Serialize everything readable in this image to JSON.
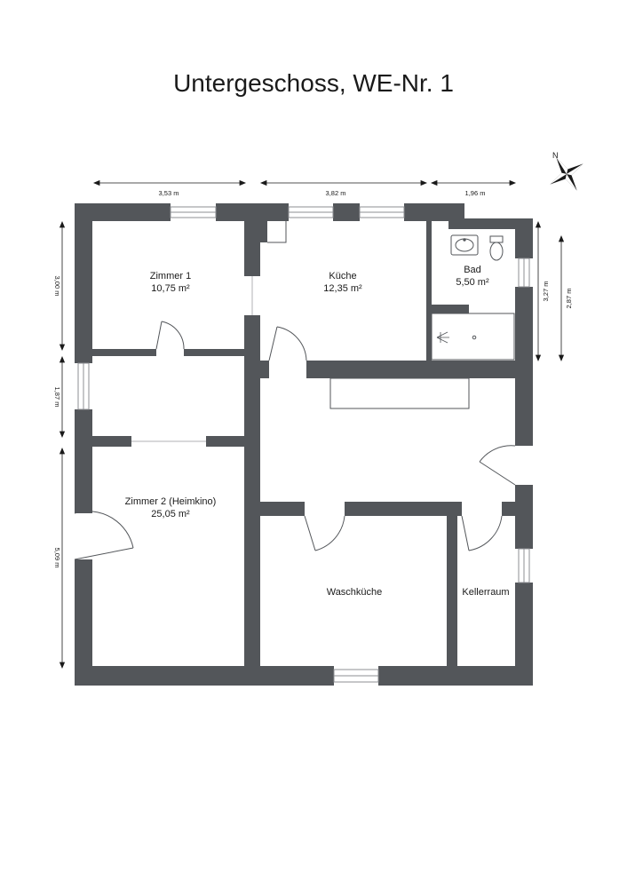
{
  "title": "Untergeschoss, WE-Nr. 1",
  "rooms": [
    {
      "name": "Zimmer 1",
      "area": "10,75 m²"
    },
    {
      "name": "Küche",
      "area": "12,35 m²"
    },
    {
      "name": "Bad",
      "area": "5,50 m²"
    },
    {
      "name": "Zimmer 2 (Heimkino)",
      "area": "25,05 m²"
    },
    {
      "name": "Waschküche"
    },
    {
      "name": "Kellerraum"
    }
  ],
  "dimensions": {
    "top": [
      "3,53 m",
      "3,82 m",
      "1,96 m"
    ],
    "left": [
      "3,00 m",
      "1,87 m",
      "5,09 m"
    ],
    "right": [
      "3,27 m",
      "2,87 m"
    ]
  },
  "compass": {
    "label": "N"
  },
  "colors": {
    "wall": "#53565a",
    "background": "#ffffff"
  }
}
